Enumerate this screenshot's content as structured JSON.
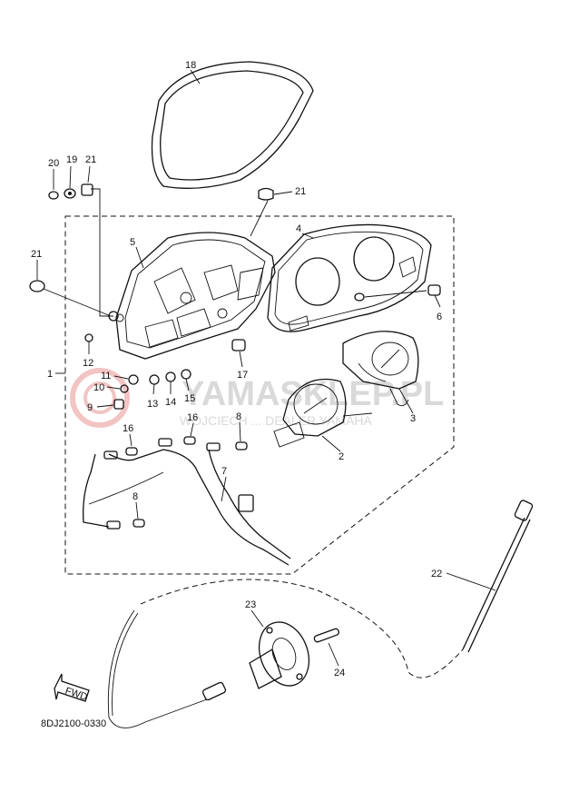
{
  "diagram_code": "8DJ2100-0330",
  "fwd_label": "FWD",
  "watermark": {
    "main": "YAMASKLEP.PL",
    "sub": "WOJCIECH ... DEALER YAMAHA"
  },
  "callouts": [
    "1",
    "2",
    "3",
    "4",
    "5",
    "6",
    "7",
    "8",
    "8",
    "9",
    "10",
    "11",
    "12",
    "13",
    "14",
    "15",
    "16",
    "16",
    "17",
    "18",
    "19",
    "20",
    "21",
    "21",
    "21",
    "22",
    "23",
    "24"
  ]
}
